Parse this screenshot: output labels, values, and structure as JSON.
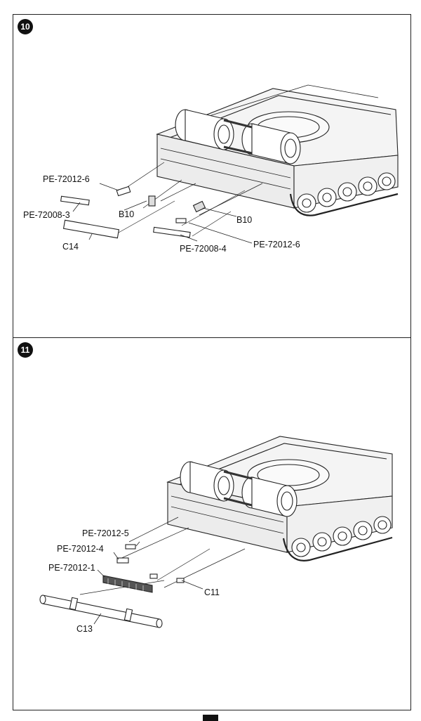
{
  "steps": [
    {
      "number": "10",
      "labels": {
        "pe_72012_6_left": "PE-72012-6",
        "pe_72008_3": "PE-72008-3",
        "b10_left": "B10",
        "c14": "C14",
        "b10_right": "B10",
        "pe_72008_4": "PE-72008-4",
        "pe_72012_6_right": "PE-72012-6"
      }
    },
    {
      "number": "11",
      "labels": {
        "pe_72012_5": "PE-72012-5",
        "pe_72012_4": "PE-72012-4",
        "pe_72012_1": "PE-72012-1",
        "c11": "C11",
        "c13": "C13"
      }
    }
  ]
}
